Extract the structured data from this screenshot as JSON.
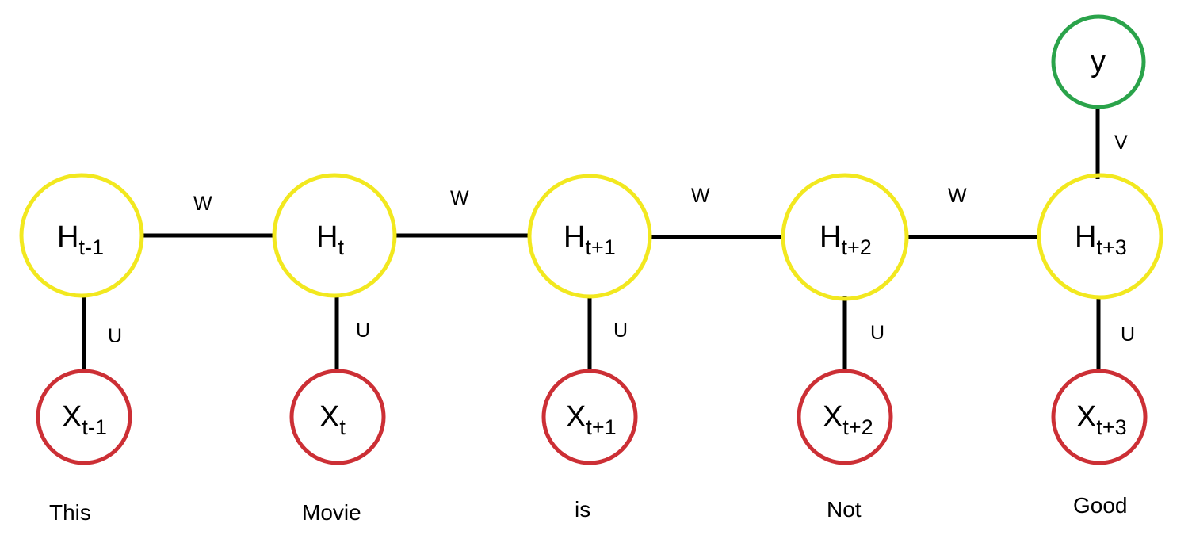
{
  "colors": {
    "hidden": "#f2e81f",
    "input": "#cc2f35",
    "output": "#2aa34a",
    "edge": "#000000"
  },
  "hidden_nodes": [
    {
      "base": "H",
      "sub": "t-1"
    },
    {
      "base": "H",
      "sub": "t"
    },
    {
      "base": "H",
      "sub": "t+1"
    },
    {
      "base": "H",
      "sub": "t+2"
    },
    {
      "base": "H",
      "sub": "t+3"
    }
  ],
  "input_nodes": [
    {
      "base": "X",
      "sub": "t-1"
    },
    {
      "base": "X",
      "sub": "t"
    },
    {
      "base": "X",
      "sub": "t+1"
    },
    {
      "base": "X",
      "sub": "t+2"
    },
    {
      "base": "X",
      "sub": "t+3"
    }
  ],
  "output_node": {
    "label": "y"
  },
  "recurrent_edges": [
    "W",
    "W",
    "W",
    "W"
  ],
  "input_edges": [
    "U",
    "U",
    "U",
    "U",
    "U"
  ],
  "output_edge": "V",
  "words": [
    "This",
    "Movie",
    "is",
    "Not",
    "Good"
  ]
}
